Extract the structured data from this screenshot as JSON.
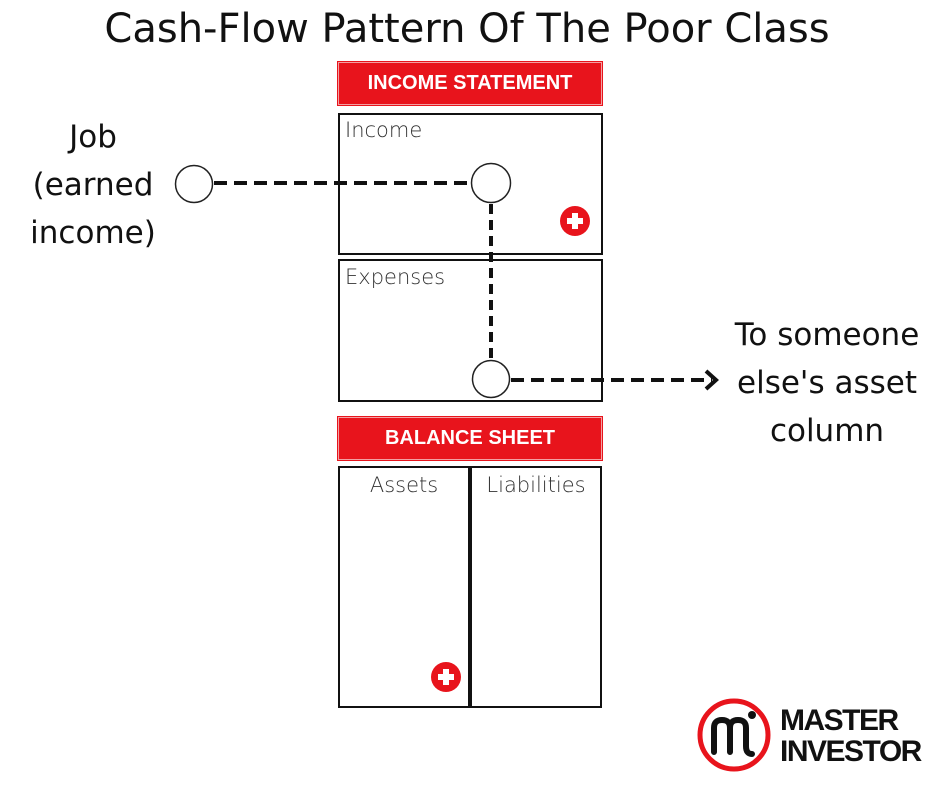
{
  "title": "Cash-Flow Pattern Of The Poor Class",
  "income_statement": {
    "header": "INCOME STATEMENT",
    "income_label": "Income",
    "expenses_label": "Expenses"
  },
  "balance_sheet": {
    "header": "BALANCE SHEET",
    "assets_label": "Assets",
    "liabilities_label": "Liabilities"
  },
  "source": {
    "lines": [
      "Job",
      "(earned",
      "income)"
    ]
  },
  "destination": {
    "lines": [
      "To someone",
      "else's asset",
      "column"
    ]
  },
  "logo": {
    "monogram": "mi",
    "line1": "MASTER",
    "line2": "INVESTOR"
  },
  "colors": {
    "accent": "#e8141c",
    "line": "#111111"
  }
}
